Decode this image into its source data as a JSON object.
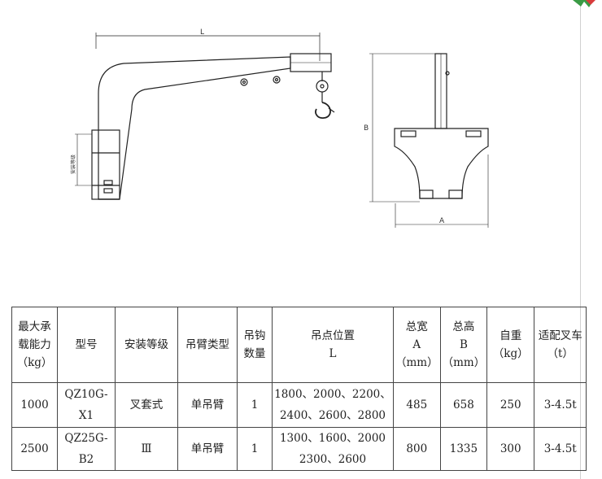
{
  "drawing": {
    "dim_L": "L",
    "dim_A": "A",
    "dim_B": "B",
    "mount_height_label": "安装等级"
  },
  "table": {
    "headers": [
      "最大承\n载能力\n（kg）",
      "型号",
      "安装等级",
      "吊臂类型",
      "吊钩\n数量",
      "吊点位置\nL",
      "总宽\nA\n（mm）",
      "总高\nB\n（mm）",
      "自重\n（kg）",
      "适配叉车\n（t）"
    ],
    "rows": [
      [
        "1000",
        "QZ10G-X1",
        "叉套式",
        "单吊臂",
        "1",
        "1800、2000、2200、\n2400、2600、2800",
        "485",
        "658",
        "250",
        "3-4.5t"
      ],
      [
        "2500",
        "QZ25G-B2",
        "Ⅲ",
        "单吊臂",
        "1",
        "1300、1600、2000\n2300、2600",
        "800",
        "1335",
        "300",
        "3-4.5t"
      ]
    ]
  }
}
